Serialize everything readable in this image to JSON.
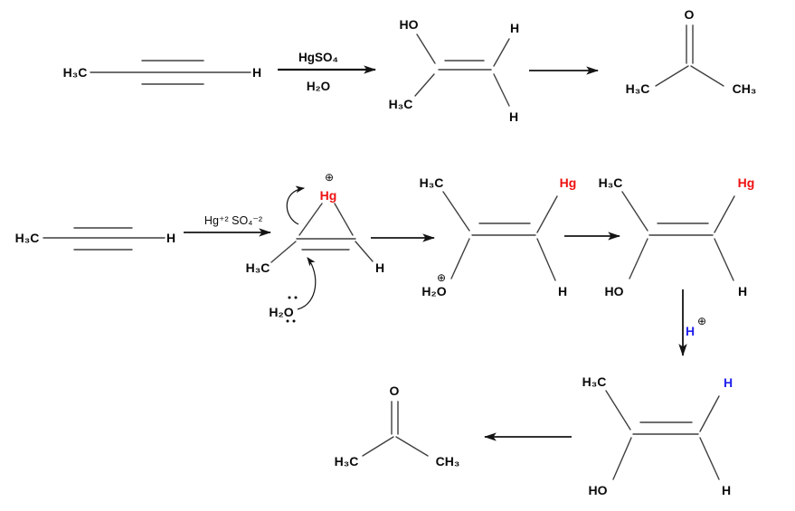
{
  "colors": {
    "bond": "#3f3f3f",
    "arrow": "#141414",
    "text": "#0a0a0a",
    "mercury": "#ee1111",
    "proton": "#2222ee"
  },
  "step1": {
    "propyne": {
      "methyl": "H₃C",
      "terminal_h": "H"
    },
    "conditions": {
      "catalyst": "HgSO₄",
      "solvent": "H₂O"
    },
    "enol": {
      "hydroxyl": "HO",
      "h_top": "H",
      "methyl": "H₃C",
      "h_bottom": "H"
    },
    "acetone": {
      "oxygen": "O",
      "methyl_left": "H₃C",
      "methyl_right": "CH₃"
    }
  },
  "mechanism": {
    "propyne": {
      "methyl": "H₃C",
      "terminal_h": "H"
    },
    "conditions": {
      "reagent": "Hg⁺² SO₄⁻²"
    },
    "mercurinium": {
      "charge": "⊕",
      "mercury": "Hg",
      "methyl": "H₃C",
      "vinyl_h": "H",
      "nucleophile": "H₂O"
    },
    "oxocarbenium": {
      "methyl": "H₃C",
      "charge": "⊕",
      "water": "H₂O",
      "mercury": "Hg",
      "vinyl_h": "H"
    },
    "vinyl_mercury_enol": {
      "methyl": "H₃C",
      "mercury": "Hg",
      "hydroxyl": "HO",
      "vinyl_h": "H"
    },
    "protonation": {
      "proton": "H",
      "charge": "⊕"
    }
  },
  "final": {
    "enol": {
      "methyl": "H₃C",
      "new_proton": "H",
      "hydroxyl": "HO",
      "vinyl_h": "H"
    },
    "acetone": {
      "oxygen": "O",
      "methyl_left": "H₃C",
      "methyl_right": "CH₃"
    }
  }
}
